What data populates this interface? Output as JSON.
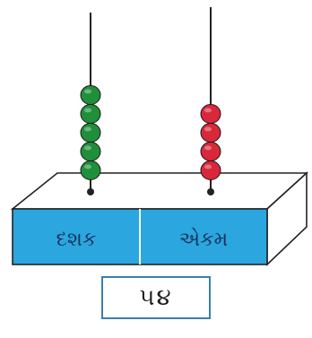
{
  "abacus": {
    "rods": [
      {
        "name": "tens",
        "label": "દશક",
        "beads": 5,
        "bead_color": "#1f8f3a"
      },
      {
        "name": "ones",
        "label": "એકમ",
        "beads": 4,
        "bead_color": "#d8283a"
      }
    ],
    "base_color": "#2ba6de",
    "base_top_color": "#ffffff",
    "outline_color": "#222222"
  },
  "answer": {
    "value": "૫૪"
  }
}
